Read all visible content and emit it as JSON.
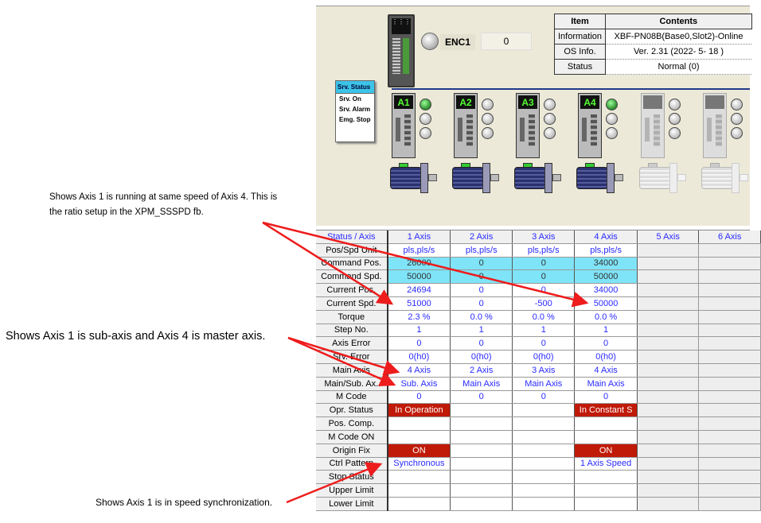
{
  "annotations": {
    "note1_line1": "Shows Axis 1 is running at same speed of Axis 4. This is",
    "note1_line2": "the ratio setup in the XPM_SSSPD fb.",
    "note2": "Shows Axis 1 is sub-axis and Axis 4 is master axis.",
    "note3": "Shows Axis 1 is in speed synchronization."
  },
  "encoder": {
    "label": "ENC1",
    "value": "0"
  },
  "info_table": {
    "headers": [
      "Item",
      "Contents"
    ],
    "rows": [
      {
        "item": "Information",
        "contents": "XBF-PN08B(Base0,Slot2)-Online"
      },
      {
        "item": "OS Info.",
        "contents": "Ver.  2.31 (2022- 5- 18 )"
      },
      {
        "item": "Status",
        "contents": "Normal (0)"
      }
    ]
  },
  "srv_legend": {
    "title": "Srv. Status",
    "items": [
      "Srv. On",
      "Srv. Alarm",
      "Emg. Stop"
    ]
  },
  "drives": [
    {
      "label": "A1",
      "active": true,
      "leds": [
        true,
        false,
        false
      ]
    },
    {
      "label": "A2",
      "active": true,
      "leds": [
        false,
        false,
        false
      ]
    },
    {
      "label": "A3",
      "active": true,
      "leds": [
        false,
        false,
        false
      ]
    },
    {
      "label": "A4",
      "active": true,
      "leds": [
        true,
        false,
        false
      ]
    },
    {
      "label": "",
      "active": false,
      "leds": [
        false,
        false,
        false
      ]
    },
    {
      "label": "",
      "active": false,
      "leds": [
        false,
        false,
        false
      ]
    }
  ],
  "grid": {
    "header": [
      "Status / Axis",
      "1 Axis",
      "2 Axis",
      "3 Axis",
      "4 Axis",
      "5 Axis",
      "6 Axis"
    ],
    "rows": [
      {
        "label": "Pos/Spd Unit",
        "values": [
          "pls,pls/s",
          "pls,pls/s",
          "pls,pls/s",
          "pls,pls/s"
        ]
      },
      {
        "label": "Command Pos.",
        "values": [
          "26000",
          "0",
          "0",
          "34000"
        ],
        "style": "hl"
      },
      {
        "label": "Command Spd.",
        "values": [
          "50000",
          "0",
          "0",
          "50000"
        ],
        "style": "hl"
      },
      {
        "label": "Current Pos.",
        "values": [
          "24694",
          "0",
          "0",
          "34000"
        ]
      },
      {
        "label": "Current Spd.",
        "values": [
          "51000",
          "0",
          "-500",
          "50000"
        ]
      },
      {
        "label": "Torque",
        "values": [
          "2.3 %",
          "0.0 %",
          "0.0 %",
          "0.0 %"
        ]
      },
      {
        "label": "Step No.",
        "values": [
          "1",
          "1",
          "1",
          "1"
        ]
      },
      {
        "label": "Axis Error",
        "values": [
          "0",
          "0",
          "0",
          "0"
        ]
      },
      {
        "label": "Srv. Error",
        "values": [
          "0(h0)",
          "0(h0)",
          "0(h0)",
          "0(h0)"
        ]
      },
      {
        "label": "Main Axis",
        "values": [
          "4 Axis",
          "2 Axis",
          "3 Axis",
          "4 Axis"
        ]
      },
      {
        "label": "Main/Sub. Ax.",
        "values": [
          "Sub. Axis",
          "Main Axis",
          "Main Axis",
          "Main Axis"
        ]
      },
      {
        "label": "M Code",
        "values": [
          "0",
          "0",
          "0",
          "0"
        ]
      },
      {
        "label": "Opr. Status",
        "values": [
          "In Operation",
          "",
          "",
          "In Constant S"
        ],
        "style": "red"
      },
      {
        "label": "Pos. Comp.",
        "values": [
          "",
          "",
          "",
          ""
        ]
      },
      {
        "label": "M Code ON",
        "values": [
          "",
          "",
          "",
          ""
        ]
      },
      {
        "label": "Origin Fix",
        "values": [
          "ON",
          "",
          "",
          "ON"
        ],
        "style": "red"
      },
      {
        "label": "Ctrl Pattern",
        "values": [
          "Synchronous",
          "",
          "",
          "1 Axis Speed"
        ]
      },
      {
        "label": "Stop Status",
        "values": [
          "",
          "",
          "",
          ""
        ]
      },
      {
        "label": "Upper Limit",
        "values": [
          "",
          "",
          "",
          ""
        ]
      },
      {
        "label": "Lower Limit",
        "values": [
          "",
          "",
          "",
          ""
        ]
      }
    ]
  },
  "colors": {
    "arrow": "#ee1c1c",
    "value_text": "#2a2aff",
    "highlight": "#7fe4f8",
    "status_red": "#c01a08"
  }
}
